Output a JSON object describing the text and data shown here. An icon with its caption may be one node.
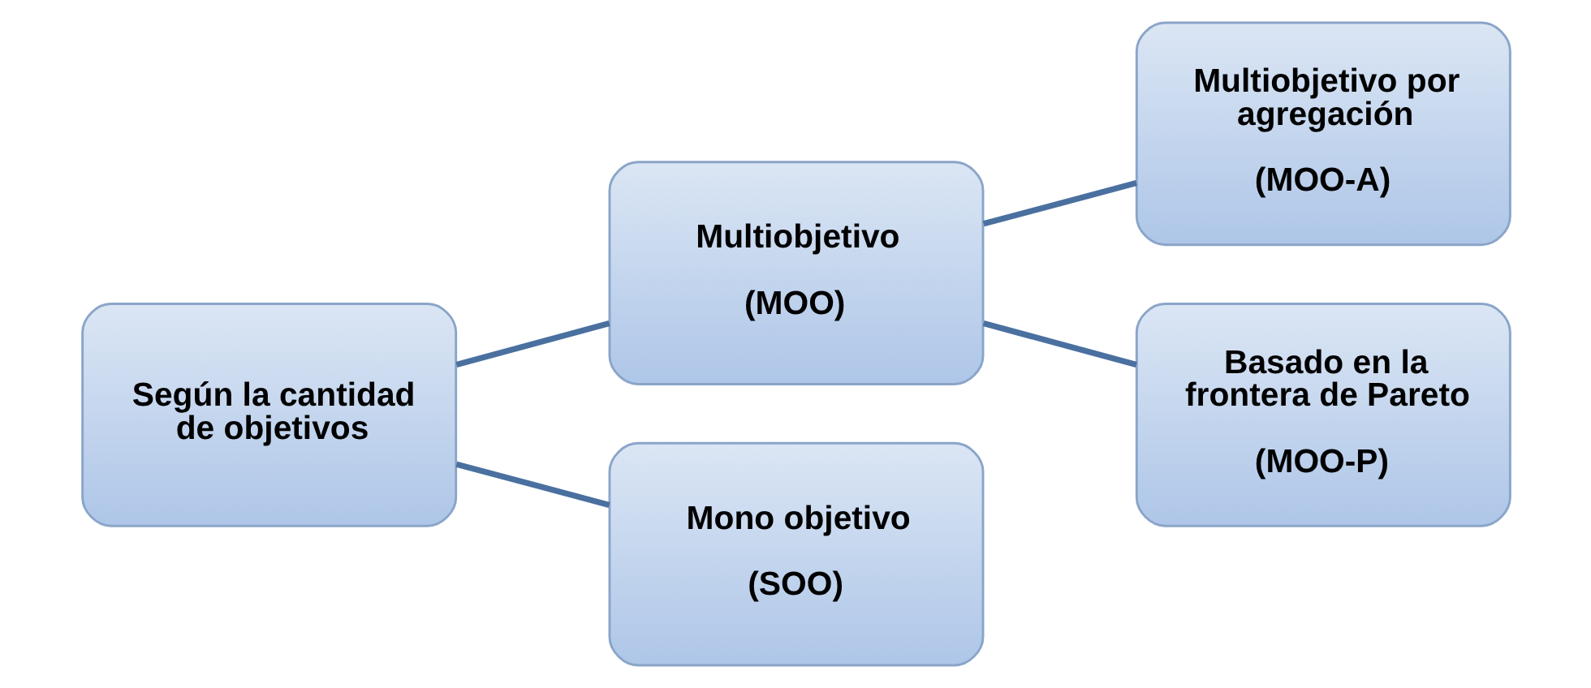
{
  "diagram": {
    "nodes": [
      {
        "text": [
          "Según la cantidad de objetivos"
        ]
      },
      {
        "text": [
          "Multiobjetivo",
          "(MOO)"
        ]
      },
      {
        "text": [
          "Mono objetivo",
          "(SOO)"
        ]
      },
      {
        "text": [
          "Multiobjetivo por agregación",
          "(MOO-A)"
        ]
      },
      {
        "text": [
          "Basado en la frontera de Pareto",
          "(MOO-P)"
        ]
      }
    ],
    "edges": [
      {
        "from": 0,
        "to": 1,
        "arrow": "none"
      },
      {
        "from": 0,
        "to": 2,
        "arrow": "none"
      },
      {
        "from": 1,
        "to": 3,
        "arrow": "none"
      },
      {
        "from": 1,
        "to": 4,
        "arrow": "none"
      }
    ]
  }
}
